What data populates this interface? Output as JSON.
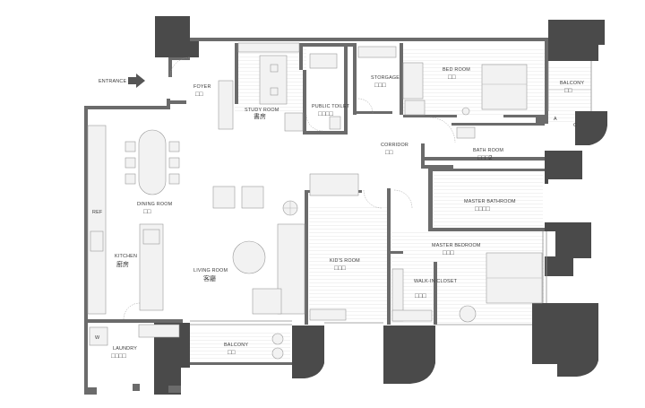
{
  "plan": {
    "entrance": "ENTRANCE",
    "rooms": [
      {
        "key": "foyer",
        "en": "FOYER",
        "cn": "□□"
      },
      {
        "key": "study",
        "en": "STUDY ROOM",
        "cn": "書房"
      },
      {
        "key": "public_toilet",
        "en": "PUBLIC TOILET",
        "cn": "□□□□"
      },
      {
        "key": "storgage",
        "en": "STORGAGE",
        "cn": "□□□"
      },
      {
        "key": "bed_room",
        "en": "BED ROOM",
        "cn": "□□"
      },
      {
        "key": "balcony_top",
        "en": "BALCONY",
        "cn": "□□"
      },
      {
        "key": "corridor",
        "en": "CORRIDOR",
        "cn": "□□"
      },
      {
        "key": "bath_room",
        "en": "BATH ROOM",
        "cn": "□□□2"
      },
      {
        "key": "dining",
        "en": "DINING ROOM",
        "cn": "□□"
      },
      {
        "key": "master_bath",
        "en": "MASTER BATHROOM",
        "cn": "□□□□"
      },
      {
        "key": "kitchen",
        "en": "KITCHEN",
        "cn": "廚房"
      },
      {
        "key": "kids",
        "en": "KID'S ROOM",
        "cn": "□□□"
      },
      {
        "key": "master_bed",
        "en": "MASTER BEDROOM",
        "cn": "□□□"
      },
      {
        "key": "living",
        "en": "LIVING ROOM",
        "cn": "客廳"
      },
      {
        "key": "walk_in",
        "en": "WALK-IN CLOSET",
        "cn": "□□□"
      },
      {
        "key": "laundry",
        "en": "LAUNDRY",
        "cn": "□□□□"
      },
      {
        "key": "balcony_bottom",
        "en": "BALCONY",
        "cn": "□□"
      }
    ],
    "marks": {
      "a": "A",
      "c": "C"
    },
    "small_tags": {
      "fridge": "REF",
      "wash": "W"
    }
  }
}
